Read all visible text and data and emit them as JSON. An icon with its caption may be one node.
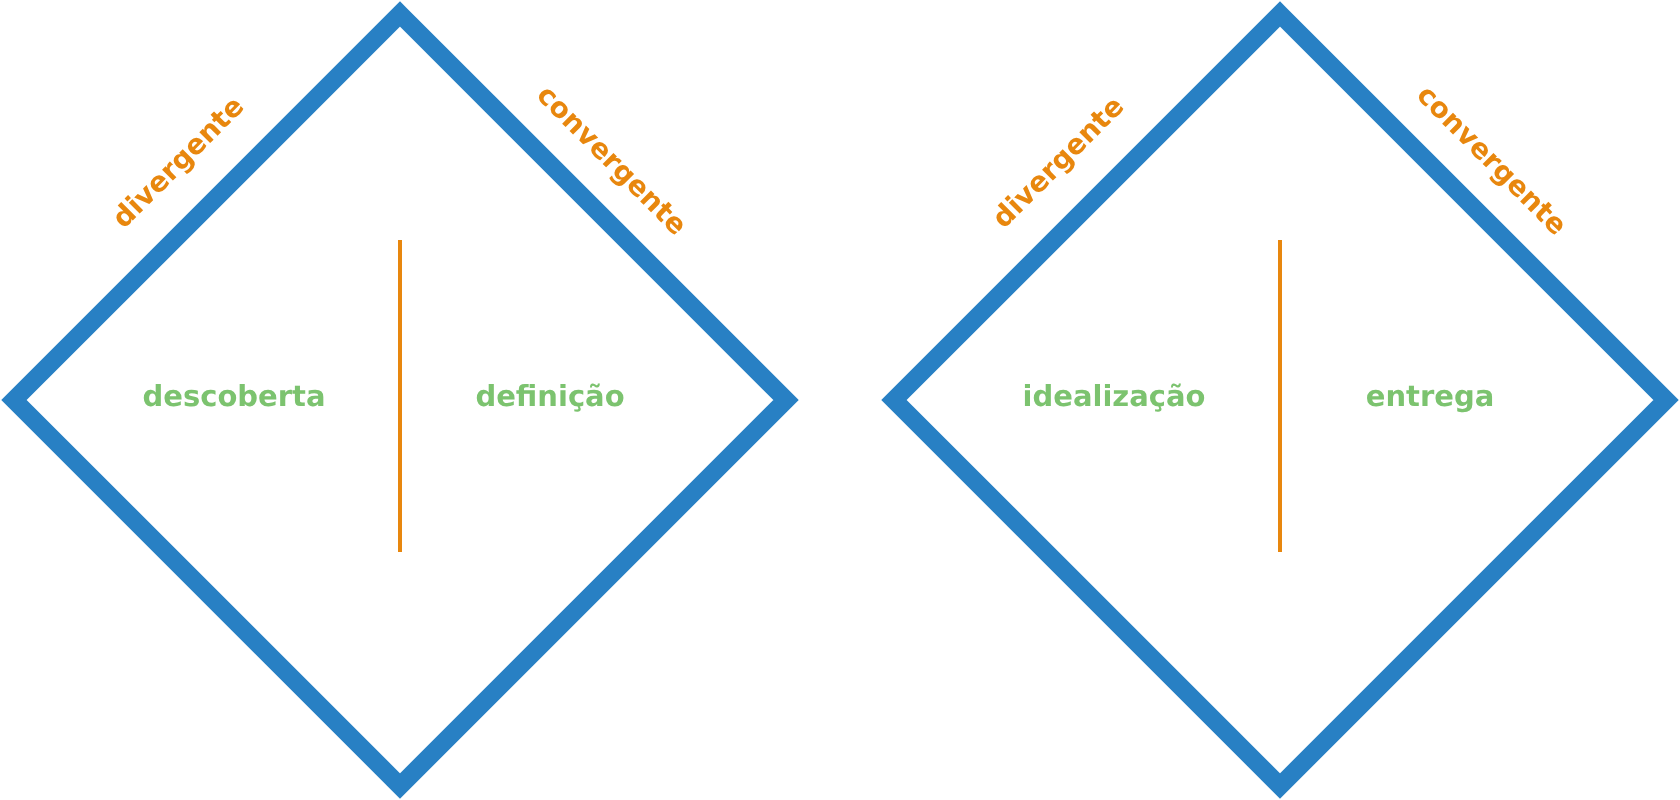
{
  "diagram": {
    "nodes": [
      {
        "text": [
          "descoberta",
          "definição"
        ],
        "beside": [
          "divergente",
          "convergente"
        ]
      },
      {
        "text": [
          "idealização",
          "entrega"
        ],
        "beside": [
          "divergente",
          "convergente"
        ]
      }
    ]
  }
}
